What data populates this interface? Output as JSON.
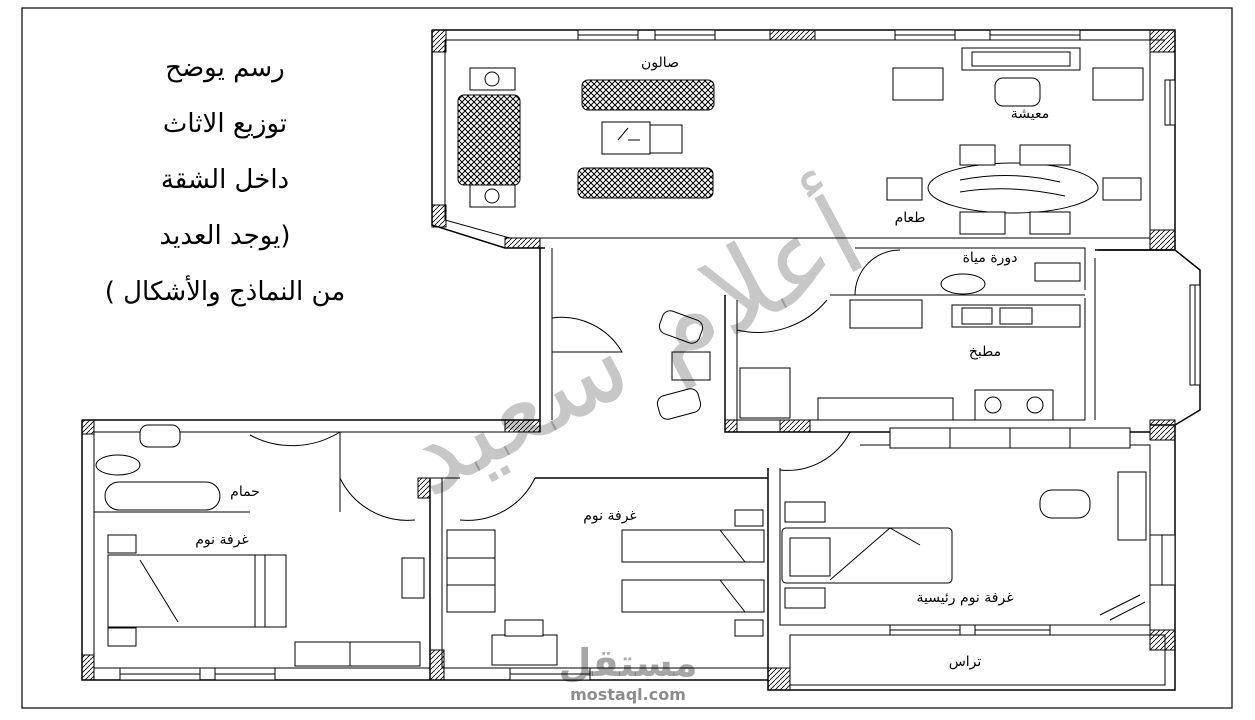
{
  "caption": {
    "lines": [
      "رسم يوضح",
      "توزيع الاثاث",
      "داخل الشقة",
      "(يوجد العديد",
      "من النماذج والأشكال )"
    ]
  },
  "rooms": {
    "salon": "صالون",
    "living": "معيشة",
    "dining": "طعام",
    "wc": "دورة مياة",
    "kitchen": "مطبخ",
    "bathroom": "حمام",
    "bedroom_left": "غرفة نوم",
    "bedroom_middle": "غرفة نوم",
    "master_bedroom": "غرفة نوم رئيسية",
    "terrace": "تراس"
  },
  "watermark": {
    "signature": "أعلام سعيد",
    "site_arabic": "مستقل",
    "site_latin": "mostaql.com"
  }
}
